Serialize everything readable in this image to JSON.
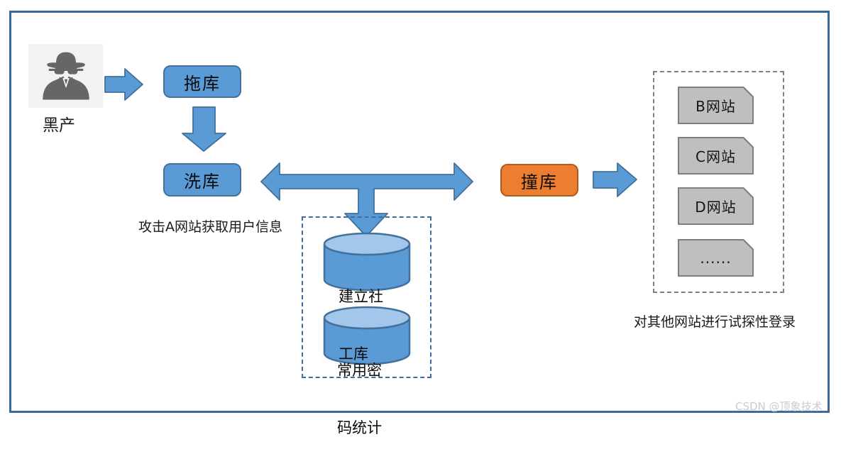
{
  "frame": {
    "border_color": "#3A6B9C",
    "background": "#FFFFFF"
  },
  "actor": {
    "label": "黑产",
    "icon": "spy-icon",
    "icon_bg": "#F2F2F2",
    "icon_color": "#666666"
  },
  "flow_nodes": {
    "tuoku": {
      "label": "拖库",
      "fill": "#5B9BD5",
      "border": "#41719C"
    },
    "xiku": {
      "label": "洗库",
      "fill": "#5B9BD5",
      "border": "#41719C"
    },
    "zhuangku": {
      "label": "撞库",
      "fill": "#ED7D31",
      "border": "#AE5A21"
    }
  },
  "captions": {
    "attack_a": "攻击A网站获取用户信息",
    "probe_login": "对其他网站进行试探性登录"
  },
  "arrows": {
    "fill": "#5B9BD5",
    "border": "#41719C"
  },
  "social_db_group": {
    "border_color": "#3D6D9E",
    "cylinder_fill": "#5B9BD5",
    "cylinder_top_fill": "#A3C7EA",
    "cylinder_border": "#41719C",
    "cylinders": [
      {
        "lines": [
          "建立社",
          "工库"
        ]
      },
      {
        "lines": [
          "常用密",
          "码统计"
        ]
      }
    ]
  },
  "websites_group": {
    "border_color": "#7F7F7F",
    "card_fill": "#BFBFBF",
    "card_border": "#7F7F7F",
    "items": [
      {
        "label": "B网站"
      },
      {
        "label": "C网站"
      },
      {
        "label": "D网站"
      },
      {
        "label": "......"
      }
    ]
  },
  "watermark": {
    "text": "CSDN @顶象技术",
    "color": "#CBCBCB"
  }
}
